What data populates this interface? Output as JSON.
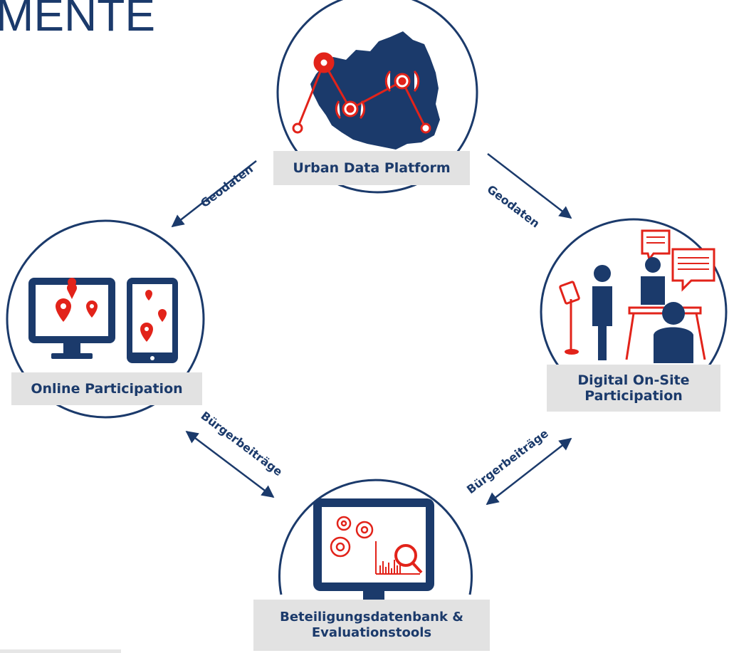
{
  "title": "MENTE",
  "nodes": {
    "urban": {
      "label": "Urban Data Platform"
    },
    "online": {
      "label": "Online Participation"
    },
    "onsite": {
      "line1": "Digital On-Site",
      "line2": "Participation"
    },
    "db": {
      "line1": "Beteiligungsdatenbank &",
      "line2": "Evaluationstools"
    }
  },
  "edges": {
    "urban_online": "Geodaten",
    "urban_onsite": "Geodaten",
    "online_db": "Bürgerbeiträge",
    "db_onsite": "Bürgerbeiträge"
  },
  "colors": {
    "navy": "#1b3a6b",
    "red": "#e2231a",
    "label_bg": "#e2e2e2"
  }
}
